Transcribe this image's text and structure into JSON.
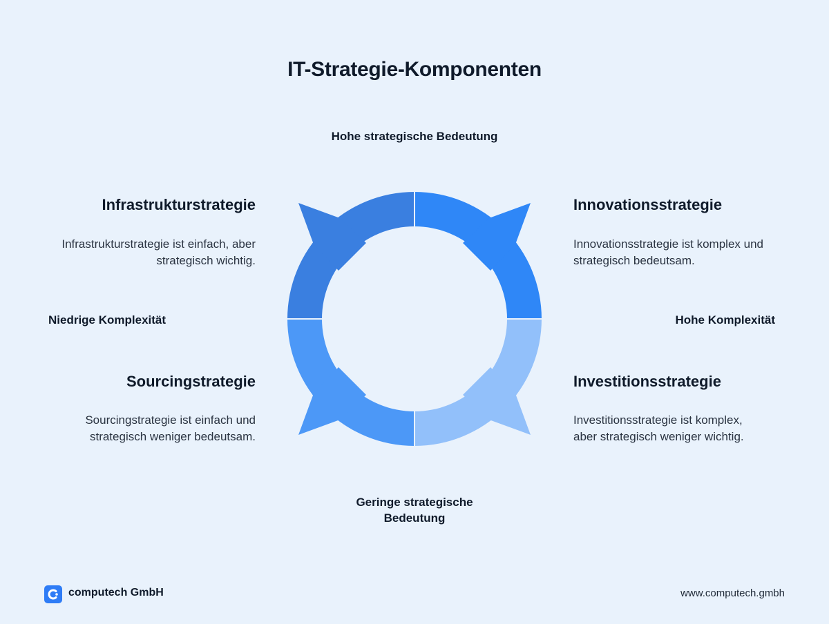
{
  "title": "IT-Strategie-Komponenten",
  "axes": {
    "top": "Hohe strategische Bedeutung",
    "bottom_line1": "Geringe strategische",
    "bottom_line2": "Bedeutung",
    "left": "Niedrige Komplexität",
    "right": "Hohe Komplexität"
  },
  "quadrants": {
    "top_left": {
      "title": "Infrastrukturstrategie",
      "desc_line1": "Infrastrukturstrategie ist einfach, aber",
      "desc_line2": "strategisch wichtig.",
      "color": "#3a7fe0"
    },
    "top_right": {
      "title": "Innovationsstrategie",
      "desc_line1": "Innovationsstrategie ist komplex und",
      "desc_line2": "strategisch bedeutsam.",
      "color": "#2f87f7"
    },
    "bottom_left": {
      "title": "Sourcingstrategie",
      "desc_line1": "Sourcingstrategie ist einfach und",
      "desc_line2": "strategisch weniger bedeutsam.",
      "color": "#4c98f7"
    },
    "bottom_right": {
      "title": "Investitionsstrategie",
      "desc_line1": "Investitionsstrategie ist komplex,",
      "desc_line2": "aber strategisch weniger wichtig.",
      "color": "#92c0fa"
    }
  },
  "footer": {
    "brand": "computech GmbH",
    "url": "www.computech.gmbh",
    "logo_icon": "computech-logo-icon",
    "logo_color": "#2e7cf6"
  }
}
